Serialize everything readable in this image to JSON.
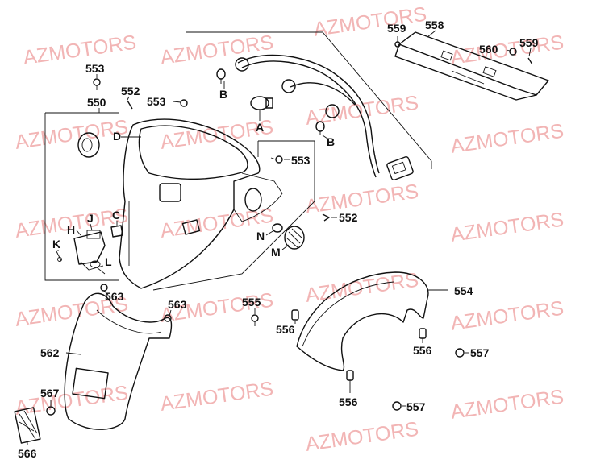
{
  "watermark": "AZMOTORS",
  "labels": {
    "l553a": "553",
    "l552a": "552",
    "l553b": "553",
    "l550": "550",
    "lD": "D",
    "lA": "A",
    "lB1": "B",
    "lB2": "B",
    "l553c": "553",
    "l552b": "552",
    "lC": "C",
    "lH": "H",
    "lJ": "J",
    "lK": "K",
    "lL": "L",
    "lN": "N",
    "lM": "M",
    "l559a": "559",
    "l558": "558",
    "l560": "560",
    "l559b": "559",
    "l563a": "563",
    "l563b": "563",
    "l555": "555",
    "l562": "562",
    "l554": "554",
    "l556a": "556",
    "l556b": "556",
    "l557a": "557",
    "l556c": "556",
    "l557b": "557",
    "l567": "567",
    "l566": "566"
  },
  "colors": {
    "watermark": "#f2b5b5",
    "ink": "#111111",
    "background": "#ffffff"
  }
}
